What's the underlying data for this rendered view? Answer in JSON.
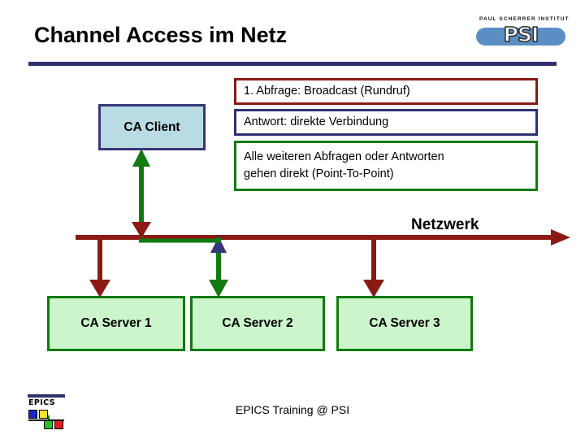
{
  "slide": {
    "title": "Channel Access im Netz",
    "footer": "EPICS Training @ PSI"
  },
  "psi_logo": {
    "institute_name": "PAUL SCHERRER INSTITUT",
    "acronym": "PSI",
    "bar_color": "#5b8fc4"
  },
  "epics_logo": {
    "word": "EPICS",
    "square_colors": [
      "#1a25c8",
      "#f2e426",
      "#22c322",
      "#e02020"
    ],
    "bar_color": "#2f3072"
  },
  "diagram": {
    "client": {
      "label": "CA Client",
      "fill": "#b9dce4",
      "border": "#37367a"
    },
    "servers": [
      {
        "label": "CA Server 1",
        "fill": "#ccf5cc",
        "border": "#117a11"
      },
      {
        "label": "CA Server 2",
        "fill": "#ccf5cc",
        "border": "#117a11"
      },
      {
        "label": "CA Server 3",
        "fill": "#ccf5cc",
        "border": "#117a11"
      }
    ],
    "network_label": "Netzwerk",
    "network_color": "#8b1a14",
    "direct_link_color": "#117a11"
  },
  "legend": {
    "broadcast": {
      "text": "1. Abfrage: Broadcast (Rundruf)",
      "border": "#8b1a14"
    },
    "answer": {
      "text": "Antwort: direkte Verbindung",
      "border": "#2f3072"
    },
    "p2p_line1": "Alle weiteren Abfragen oder Antworten",
    "p2p_line2": "gehen direkt (Point-To-Point)",
    "p2p_border": "#117a11"
  },
  "title_rule_color": "#2f3072"
}
